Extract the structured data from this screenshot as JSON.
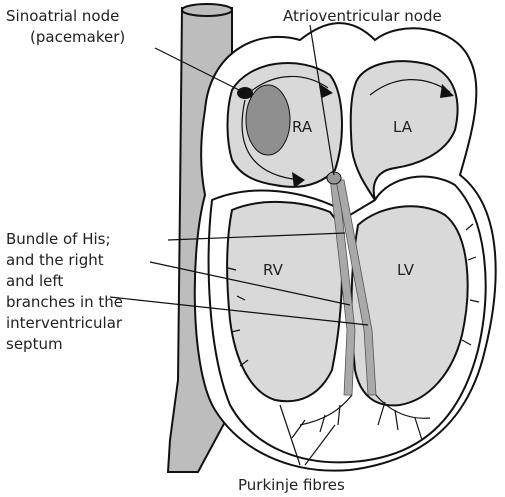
{
  "labels": {
    "sa_node_line1": "Sinoatrial node",
    "sa_node_line2": "(pacemaker)",
    "av_node": "Atrioventricular node",
    "bundle_line1": "Bundle of His;",
    "bundle_line2": "and the right",
    "bundle_line3": "and left",
    "bundle_line4": "branches in the",
    "bundle_line5": "interventricular",
    "bundle_line6": "septum",
    "purkinje": "Purkinje fibres"
  },
  "chambers": {
    "ra": "RA",
    "la": "LA",
    "rv": "RV",
    "lv": "LV"
  },
  "colors": {
    "tissue": "#c8c8c8",
    "cavity": "#d9d9d9",
    "wall": "#ffffff",
    "outline": "#111111",
    "sa_node": "#8f8f8f"
  }
}
